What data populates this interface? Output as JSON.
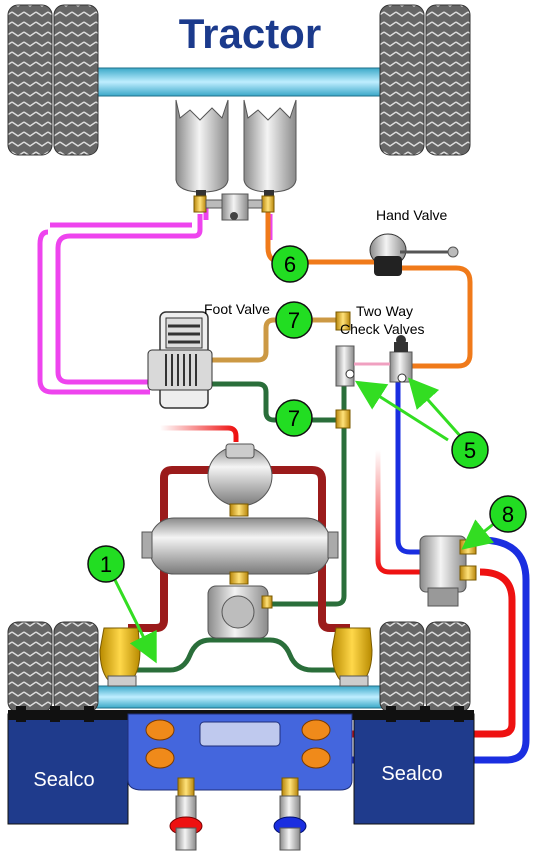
{
  "title": "Tractor",
  "labels": {
    "hand_valve": "Hand Valve",
    "foot_valve": "Foot Valve",
    "two_way_line1": "Two Way",
    "two_way_line2": "Check Valves",
    "sealco_left": "Sealco",
    "sealco_right": "Sealco"
  },
  "callouts": {
    "c1": "1",
    "c5": "5",
    "c6": "6",
    "c7a": "7",
    "c7b": "7",
    "c8": "8"
  },
  "colors": {
    "title": "#1b3a8c",
    "axle": "#7fd0e8",
    "pink_line": "#ee44ee",
    "orange_line": "#f07a1a",
    "tan_line": "#cc9944",
    "green_line": "#2a6e3a",
    "red_line": "#ee1111",
    "darkred_line": "#9b1b1b",
    "blue_line": "#1a2ee0",
    "navy_block": "#1f3b8c",
    "callout": "#22dd22",
    "arrow": "#33dd22"
  }
}
